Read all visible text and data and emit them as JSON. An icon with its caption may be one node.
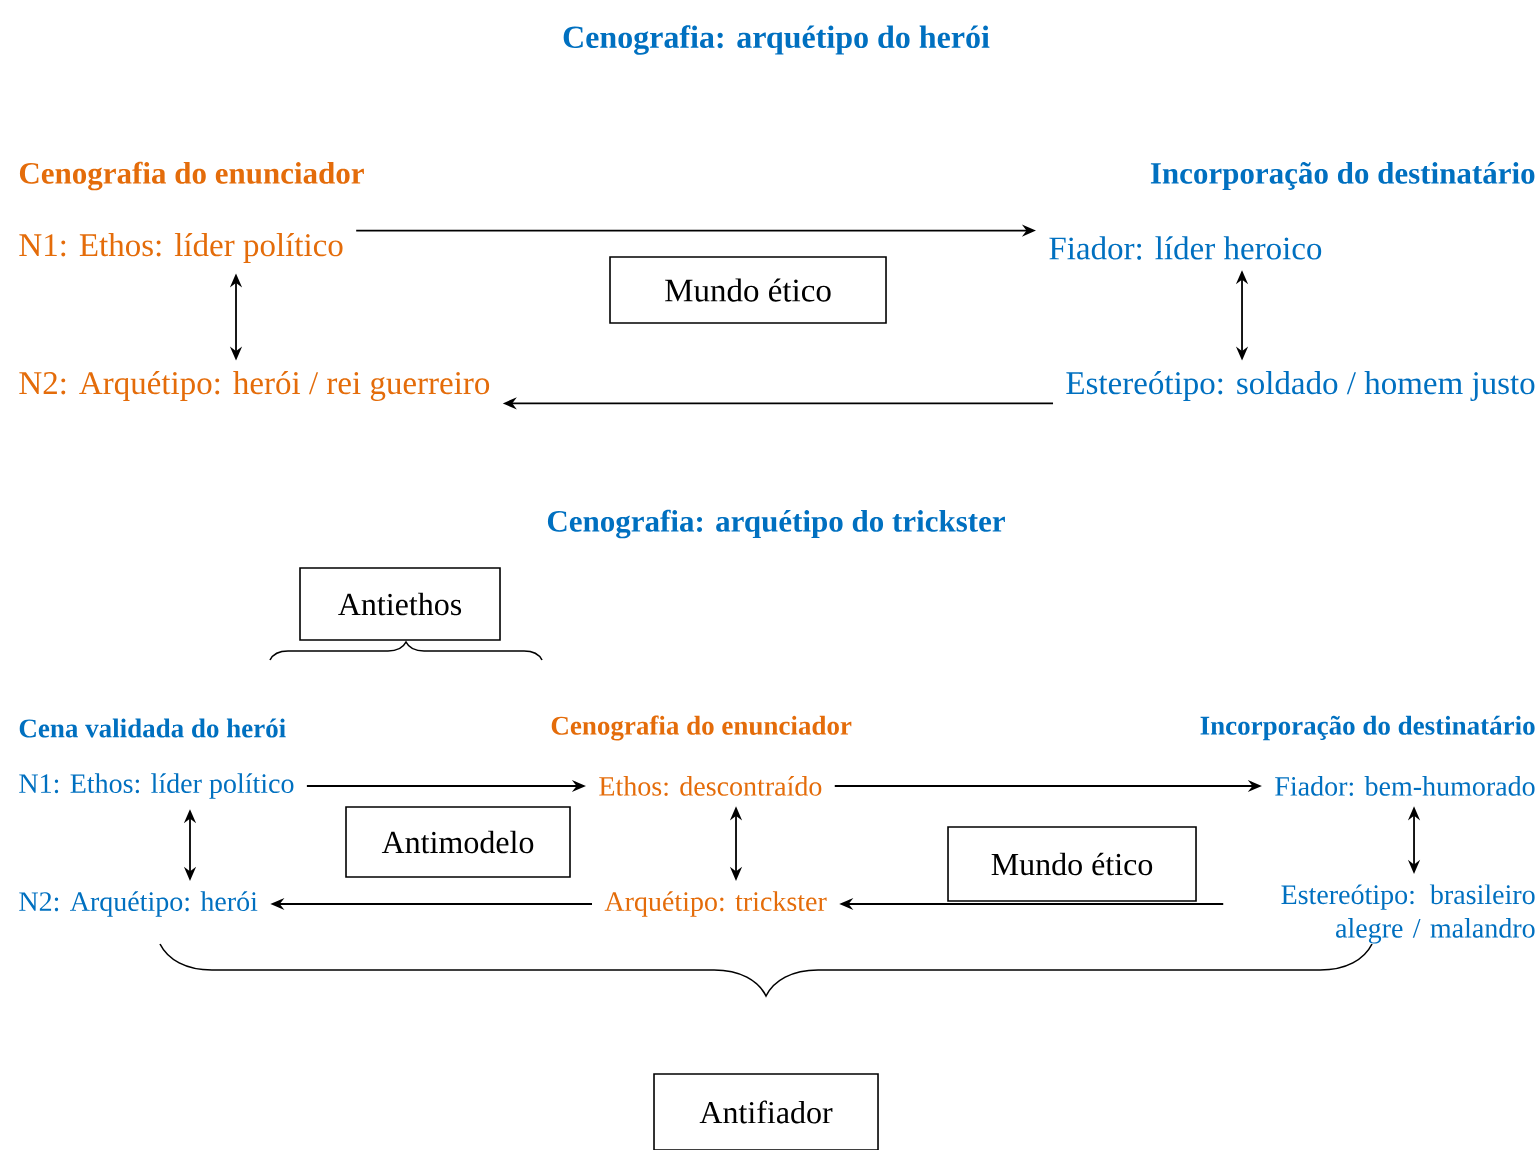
{
  "diagram": {
    "title": "Cenografia: arquétipo do herói",
    "nodes": [
      {
        "text": [
          "N1: Ethos: líder político"
        ]
      },
      {
        "text": [
          "N2: Arquétipo: herói / rei guerreiro"
        ]
      },
      {
        "text": [
          "Mundo ético"
        ]
      },
      {
        "text": [
          "Fiador: líder heroico"
        ]
      },
      {
        "text": [
          "Estereótipo: soldado / homem justo"
        ]
      },
      {
        "text": [
          "Antiethos"
        ]
      },
      {
        "text": [
          "N1: Ethos: líder político"
        ]
      },
      {
        "text": [
          "Antimodelo"
        ]
      },
      {
        "text": [
          "N2: Arquétipo: herói"
        ]
      },
      {
        "text": [
          "Ethos: descontraído"
        ]
      },
      {
        "text": [
          "Arquétipo: trickster"
        ]
      },
      {
        "text": [
          "Mundo ético"
        ]
      },
      {
        "text": [
          "Fiador: bem-humorado"
        ]
      },
      {
        "text": [
          "Estereótipo: brasileiro alegre / malandro"
        ]
      },
      {
        "text": [
          "Antifiador"
        ]
      }
    ],
    "edges": [
      {
        "from": 0,
        "to": 1,
        "arrow": "both"
      },
      {
        "from": 3,
        "to": 4,
        "arrow": "both"
      },
      {
        "from": 0,
        "to": 3,
        "arrow": "to"
      },
      {
        "from": 4,
        "to": 1,
        "arrow": "to"
      },
      {
        "from": 6,
        "to": 8,
        "arrow": "both"
      },
      {
        "from": 9,
        "to": 10,
        "arrow": "both"
      },
      {
        "from": 12,
        "to": 13,
        "arrow": "both"
      },
      {
        "from": 6,
        "to": 9,
        "arrow": "to"
      },
      {
        "from": 10,
        "to": 8,
        "arrow": "to"
      },
      {
        "from": 9,
        "to": 12,
        "arrow": "to"
      },
      {
        "from": 13,
        "to": 10,
        "arrow": "to"
      }
    ],
    "labels": [
      "Cenografia do enunciador",
      "Incorporação do destinatário",
      "Cenografia: arquétipo do trickster",
      "Cena validada do herói",
      "Cenografia do enunciador",
      "Incorporação do destinatário"
    ]
  }
}
